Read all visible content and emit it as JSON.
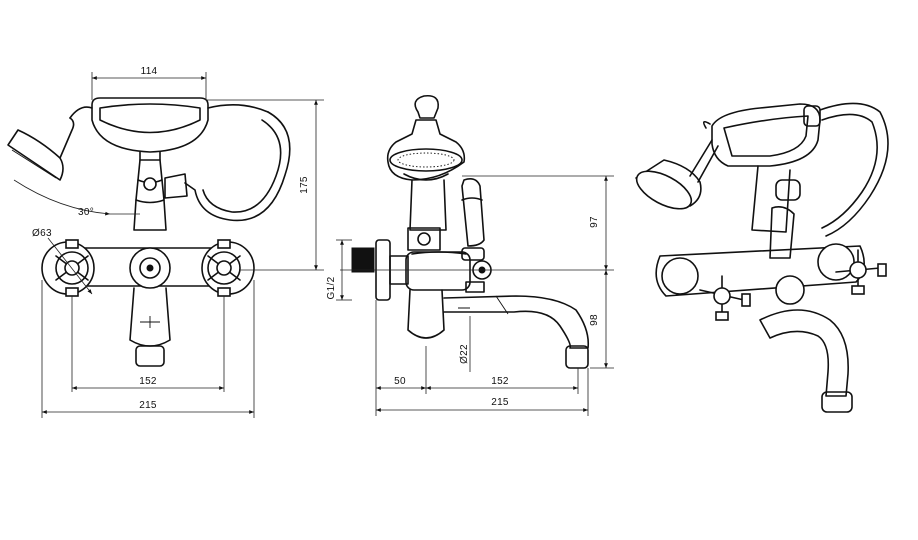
{
  "views": {
    "front": {
      "dims": {
        "handset_width": "114",
        "height": "175",
        "angle": "30°",
        "diameter": "Ø63",
        "centers": "152",
        "overall_width": "215"
      }
    },
    "side": {
      "dims": {
        "upper": "97",
        "lower": "98",
        "thread": "G1/2",
        "spout_diameter": "Ø22",
        "wall_offset": "50",
        "spout_reach": "152",
        "overall_depth": "215"
      }
    }
  }
}
